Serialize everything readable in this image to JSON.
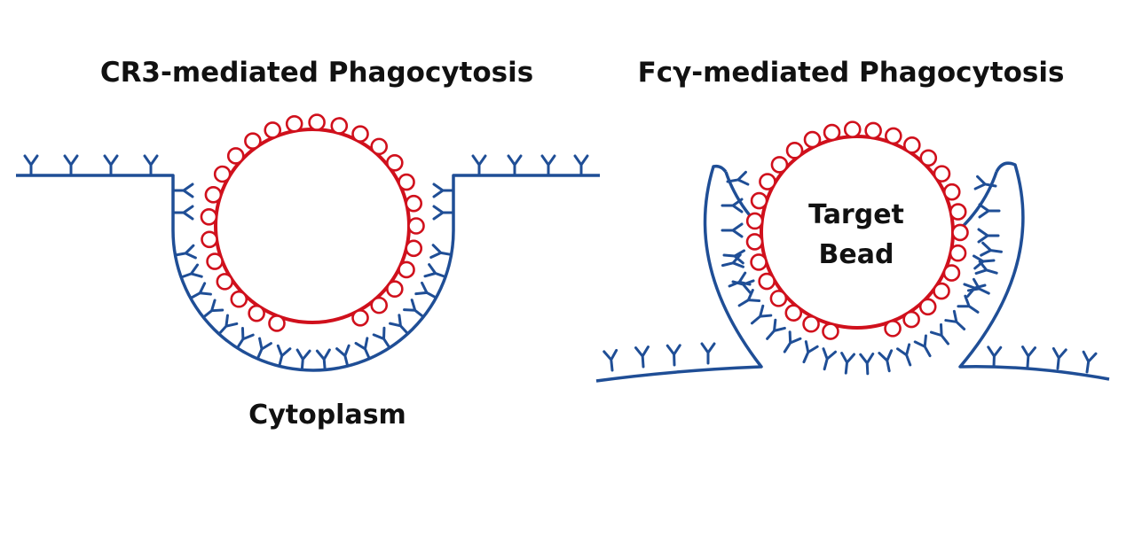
{
  "colors": {
    "membrane": "#1f4e96",
    "bead": "#d0101c",
    "text": "#111111",
    "background": "#ffffff"
  },
  "panels": [
    {
      "title": "CR3-mediated Phagocytosis",
      "body_label": "Cytoplasm",
      "membrane_shape": "sunken-cup",
      "receptor_icon": "y-receptor-icon",
      "ligand_icon": "complement-circle-icon"
    },
    {
      "title": "Fcγ-mediated Phagocytosis",
      "bead_label_line1": "Target",
      "bead_label_line2": "Bead",
      "membrane_shape": "pseudopod-extension",
      "receptor_icon": "y-receptor-icon",
      "ligand_icon": "antibody-circle-icon"
    }
  ]
}
